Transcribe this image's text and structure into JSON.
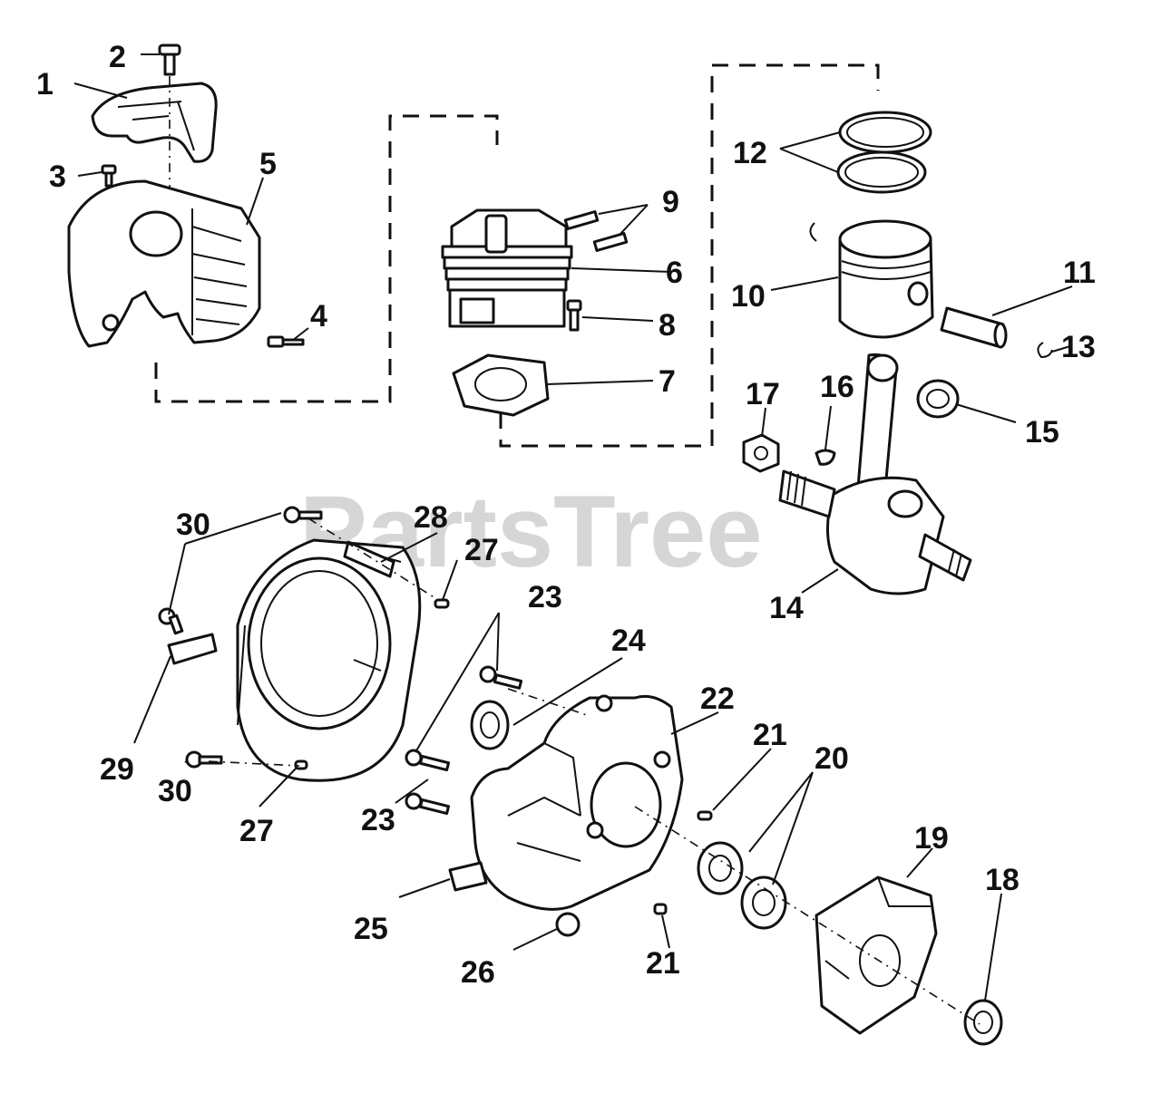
{
  "watermark": "PartsTree",
  "callouts": {
    "c1": "1",
    "c2": "2",
    "c3": "3",
    "c4": "4",
    "c5": "5",
    "c6": "6",
    "c7": "7",
    "c8": "8",
    "c9": "9",
    "c10": "10",
    "c11": "11",
    "c12": "12",
    "c13": "13",
    "c14": "14",
    "c15": "15",
    "c16": "16",
    "c17": "17",
    "c18": "18",
    "c19": "19",
    "c20": "20",
    "c21a": "21",
    "c21b": "21",
    "c22": "22",
    "c23a": "23",
    "c23b": "23",
    "c24": "24",
    "c25": "25",
    "c26": "26",
    "c27a": "27",
    "c27b": "27",
    "c28": "28",
    "c29": "29",
    "c30a": "30",
    "c30b": "30"
  },
  "colors": {
    "line": "#111111",
    "watermark": "#d6d6d6",
    "background": "#ffffff"
  }
}
